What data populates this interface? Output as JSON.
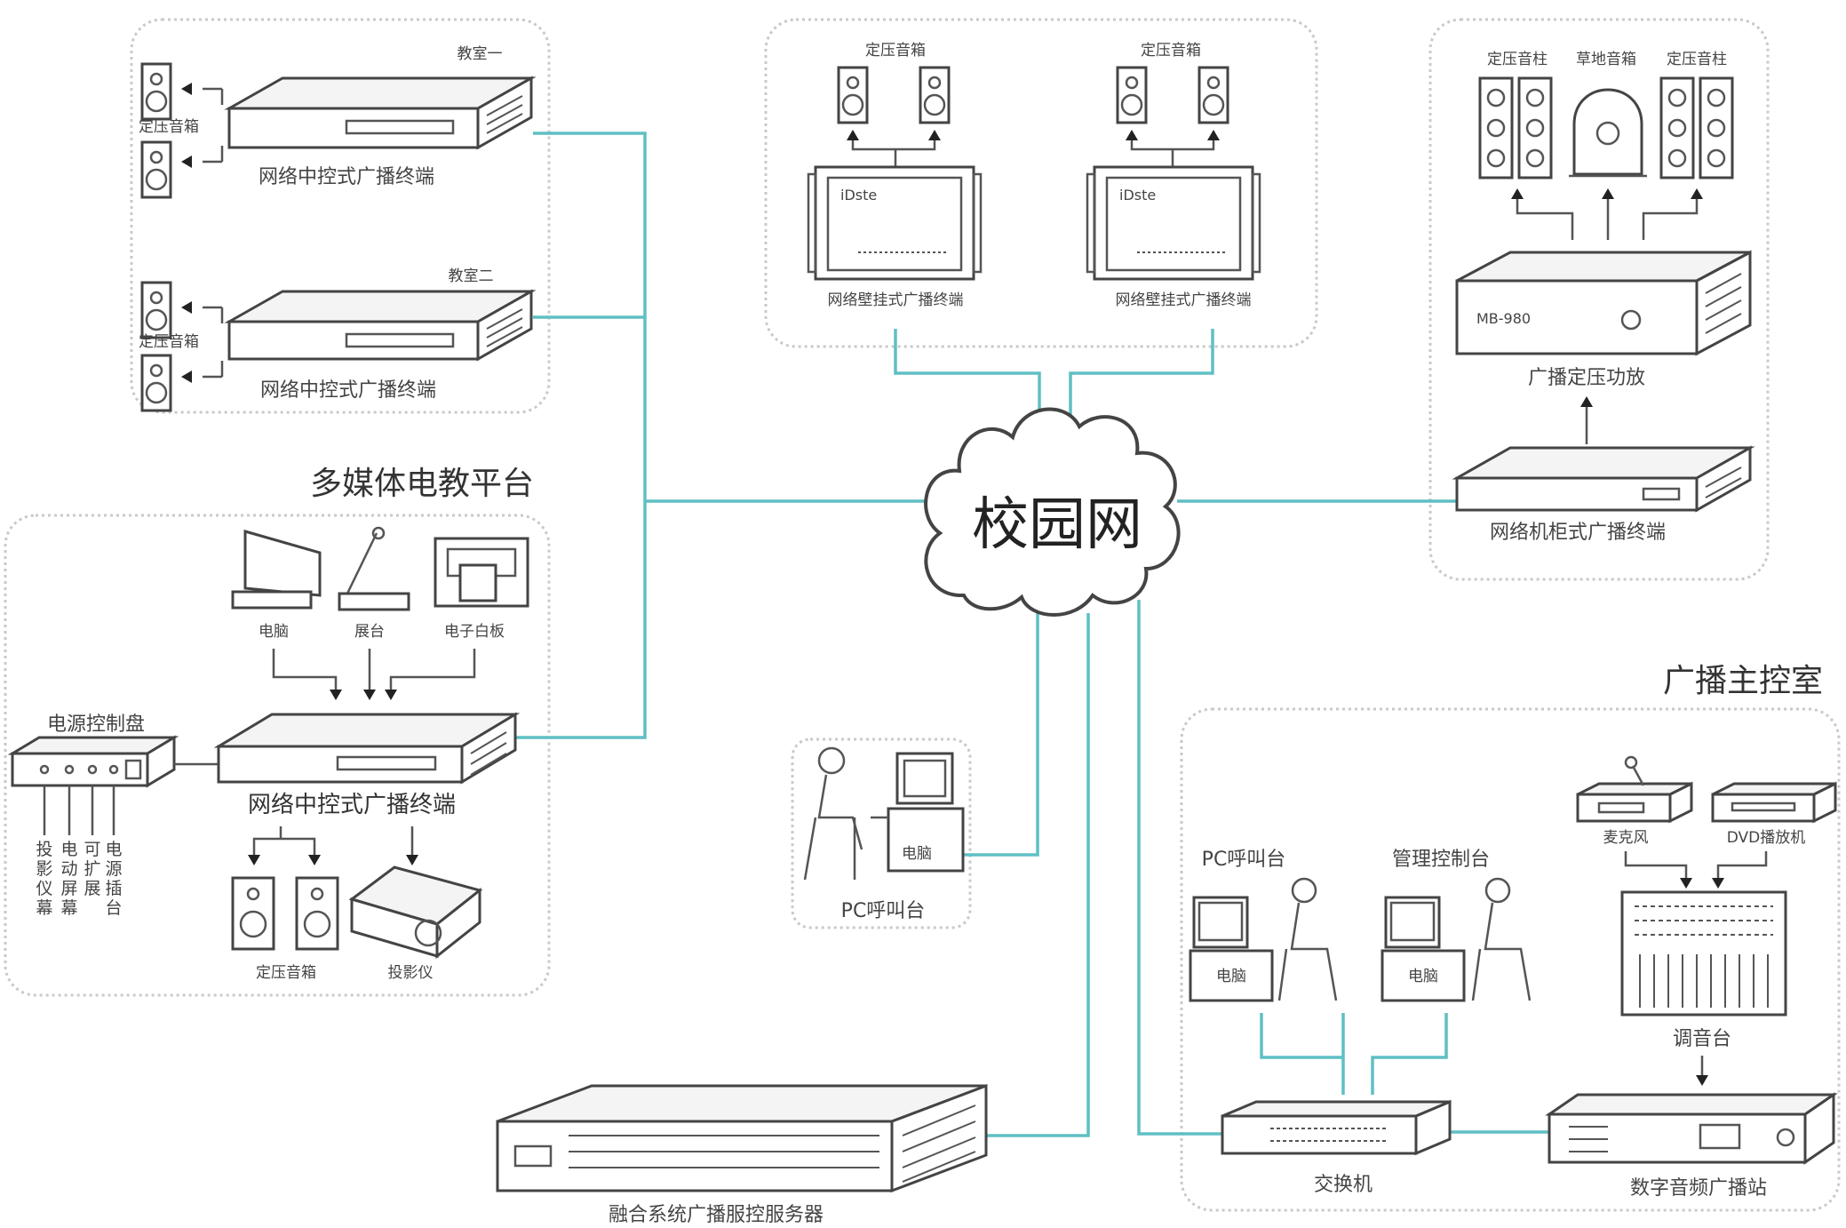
{
  "center": {
    "label": "校园网"
  },
  "sections": {
    "multimedia": "多媒体电教平台",
    "control_room": "广播主控室"
  },
  "classrooms": {
    "room1": "教室一",
    "room2": "教室二",
    "speaker_label": "定压音箱",
    "terminal1": "网络中控式广播终端",
    "terminal2": "网络中控式广播终端"
  },
  "wall_mount": {
    "speaker_left": "定压音箱",
    "speaker_right": "定压音箱",
    "terminal_left": "网络壁挂式广播终端",
    "terminal_right": "网络壁挂式广播终端",
    "brand": "iDste"
  },
  "rack": {
    "speaker_left": "定压音柱",
    "speaker_center": "草地音箱",
    "speaker_right": "定压音柱",
    "amp": "广播定压功放",
    "amp_model": "MB-980",
    "terminal": "网络机柜式广播终端"
  },
  "multimedia": {
    "computer": "电脑",
    "podium": "展台",
    "whiteboard": "电子白板",
    "console": "电源控制盘",
    "terminal": "网络中控式广播终端",
    "speakers": "定压音箱",
    "projector": "投影仪",
    "console_outputs": [
      "投影仪幕",
      "电动屏幕",
      "可扩展",
      "电源插台"
    ]
  },
  "pc_call": {
    "computer": "电脑",
    "label": "PC呼叫台"
  },
  "server": {
    "label": "融合系统广播服控服务器"
  },
  "control_room": {
    "pc_call": "PC呼叫台",
    "manage": "管理控制台",
    "pc_screen": "电脑",
    "manage_screen": "电脑",
    "mic": "麦克风",
    "dvd": "DVD播放机",
    "mixer": "调音台",
    "switch": "交换机",
    "station": "数字音频广播站"
  }
}
